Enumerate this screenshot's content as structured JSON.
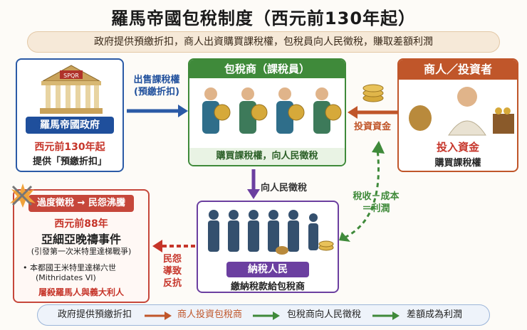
{
  "title": "羅馬帝國包稅制度（西元前130年起）",
  "subtitle": "政府提供預繳折扣，商人出資購買課稅權，包稅員向人民徵稅，賺取差額利潤",
  "government": {
    "temple_text": "SPQR",
    "name": "羅馬帝國政府",
    "date": "西元前130年起",
    "desc": "提供「預繳折扣」"
  },
  "sell_arrow": {
    "line1": "出售課稅權",
    "line2": "(預繳折扣)"
  },
  "tax_farmers": {
    "title": "包稅商（課稅員）",
    "desc": "購買課稅權，向人民徵稅"
  },
  "investor": {
    "title": "商人／投資者",
    "line1": "投入資金",
    "line2": "購買課稅權"
  },
  "invest_arrow": "投資資金",
  "collect_arrow": "向人民徵稅",
  "profit_arrow": {
    "line1": "稅收－成本",
    "line2": "＝利潤"
  },
  "people": {
    "title": "納稅人民",
    "desc": "繳納稅款給包稅商"
  },
  "revolt_arrow": {
    "line1": "民怨",
    "line2": "導致",
    "line3": "反抗"
  },
  "crisis": {
    "header": "過度徵稅 → 民怨沸騰",
    "date": "西元前88年",
    "event": "亞細亞晚禱事件",
    "note": "(引發第一次米特里達梯戰爭)",
    "bullet1": "本都國王米特里達梯六世",
    "bullet2": "(Mithridates VI)",
    "bullet3": "屠殺羅馬人與義大利人"
  },
  "flow": {
    "step1": "政府提供預繳折扣",
    "step2": "商人投資包稅商",
    "step3": "包稅商向人民徵稅",
    "step4": "差額成為利潤"
  },
  "colors": {
    "government": "#2b5aa6",
    "tax_farmers": "#3f8a3a",
    "investor": "#c0562a",
    "people": "#6b3fa0",
    "crisis": "#c6473b"
  }
}
